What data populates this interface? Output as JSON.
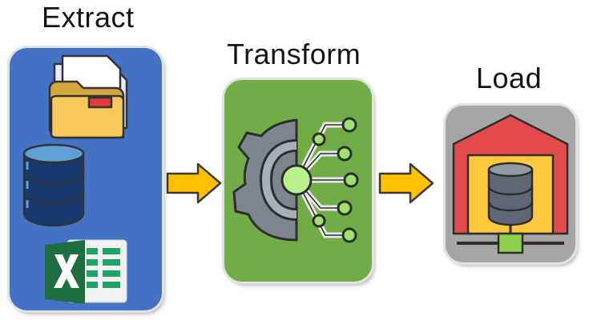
{
  "stages": [
    {
      "label": "Extract",
      "color": "#4472c4"
    },
    {
      "label": "Transform",
      "color": "#70ad47"
    },
    {
      "label": "Load",
      "color": "#a6a6a6"
    }
  ],
  "icons": [
    "folder-icon",
    "database-icon",
    "excel-icon",
    "gear-network-icon",
    "warehouse-icon"
  ],
  "arrow_color": "#ffc000"
}
